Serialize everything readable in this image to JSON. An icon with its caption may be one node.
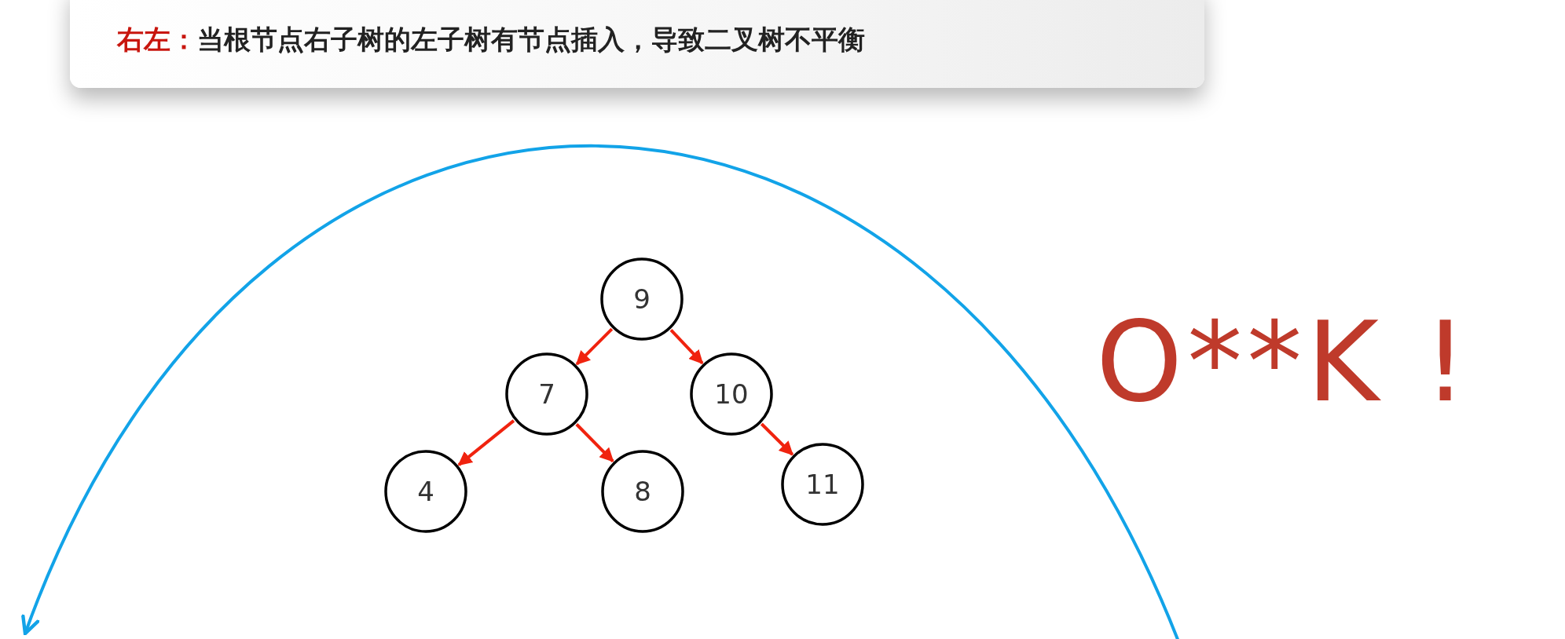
{
  "diagram": {
    "title": "**右左：**当根节点右子树的左子树有节点插入，导致二叉树不平衡",
    "nodes": [
      {
        "text": [
          "9"
        ]
      },
      {
        "text": [
          "7"
        ]
      },
      {
        "text": [
          "10"
        ]
      },
      {
        "text": [
          "4"
        ]
      },
      {
        "text": [
          "8"
        ]
      },
      {
        "text": [
          "11"
        ]
      }
    ],
    "edges": [
      {
        "from": 0,
        "to": 1,
        "arrow": "to"
      },
      {
        "from": 0,
        "to": 2,
        "arrow": "to"
      },
      {
        "from": 1,
        "to": 3,
        "arrow": "to"
      },
      {
        "from": 1,
        "to": 4,
        "arrow": "to"
      },
      {
        "from": 2,
        "to": 5,
        "arrow": "to"
      }
    ],
    "labels": [
      "O**K !"
    ]
  }
}
